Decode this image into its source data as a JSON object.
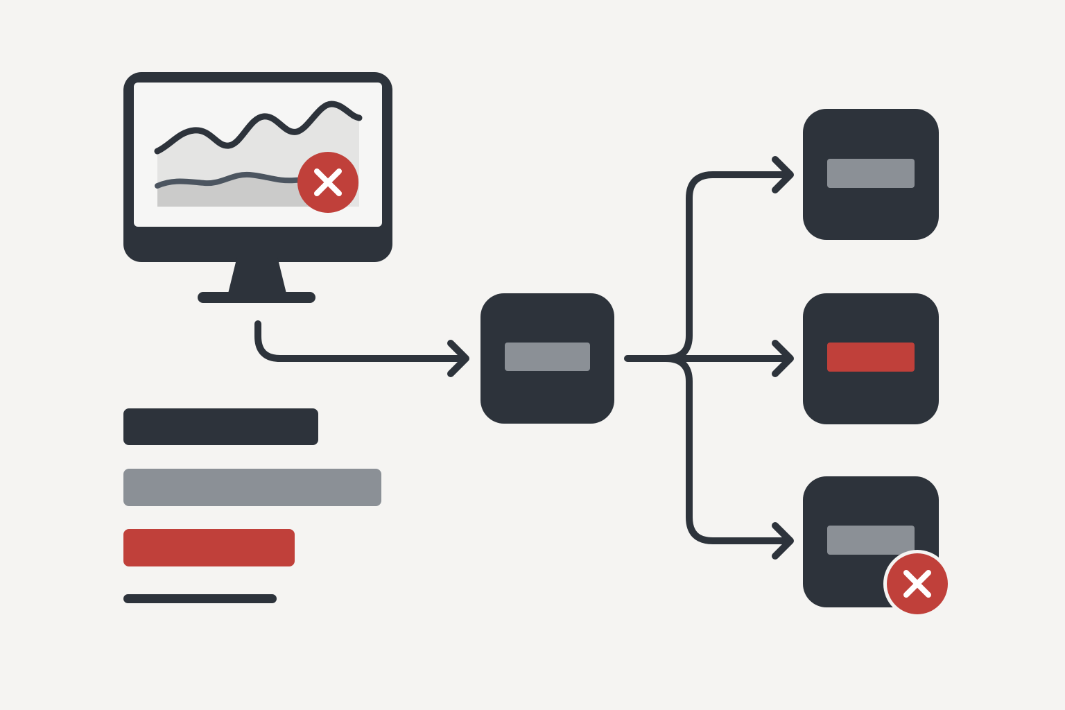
{
  "colors": {
    "background": "#f5f4f2",
    "dark": "#2d333b",
    "gray": "#8b9096",
    "red": "#c0403a",
    "white": "#ffffff",
    "screen": "#f6f6f5",
    "chart_fill_light": "#e4e4e3",
    "chart_fill_dark": "#cbcbca",
    "chart_line_secondary": "#4c5560"
  },
  "nodes": {
    "source": {
      "icon": "monitor-icon",
      "status": "error",
      "status_icon": "error-x-icon"
    },
    "router": {
      "icon": "processing-node",
      "bar": "gray"
    },
    "outputs": [
      {
        "icon": "output-node",
        "bar": "gray",
        "status": "ok"
      },
      {
        "icon": "output-node",
        "bar": "red",
        "status": "ok"
      },
      {
        "icon": "output-node",
        "bar": "gray",
        "status": "error",
        "status_icon": "error-x-icon"
      }
    ]
  },
  "legend": {
    "bars": [
      {
        "color": "dark",
        "length": 0.75
      },
      {
        "color": "gray",
        "length": 1.0
      },
      {
        "color": "red",
        "length": 0.66
      },
      {
        "color": "dark",
        "length": 0.59,
        "thin": true
      }
    ]
  }
}
